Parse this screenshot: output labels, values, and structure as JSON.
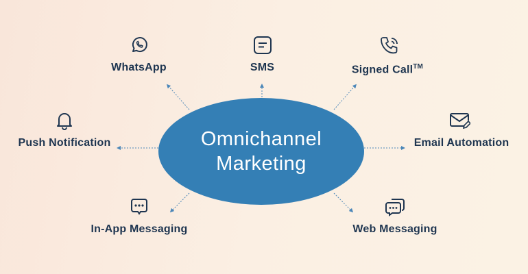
{
  "hub": {
    "line1": "Omnichannel",
    "line2": "Marketing"
  },
  "channels": {
    "whatsapp": "WhatsApp",
    "sms": "SMS",
    "signed_call": "Signed Call",
    "signed_call_mark": "TM",
    "push": "Push Notification",
    "email": "Email Automation",
    "inapp": "In-App Messaging",
    "web": "Web Messaging"
  },
  "colors": {
    "hub": "#347fb5",
    "text": "#1e3550",
    "arrow": "#4a86b8"
  }
}
